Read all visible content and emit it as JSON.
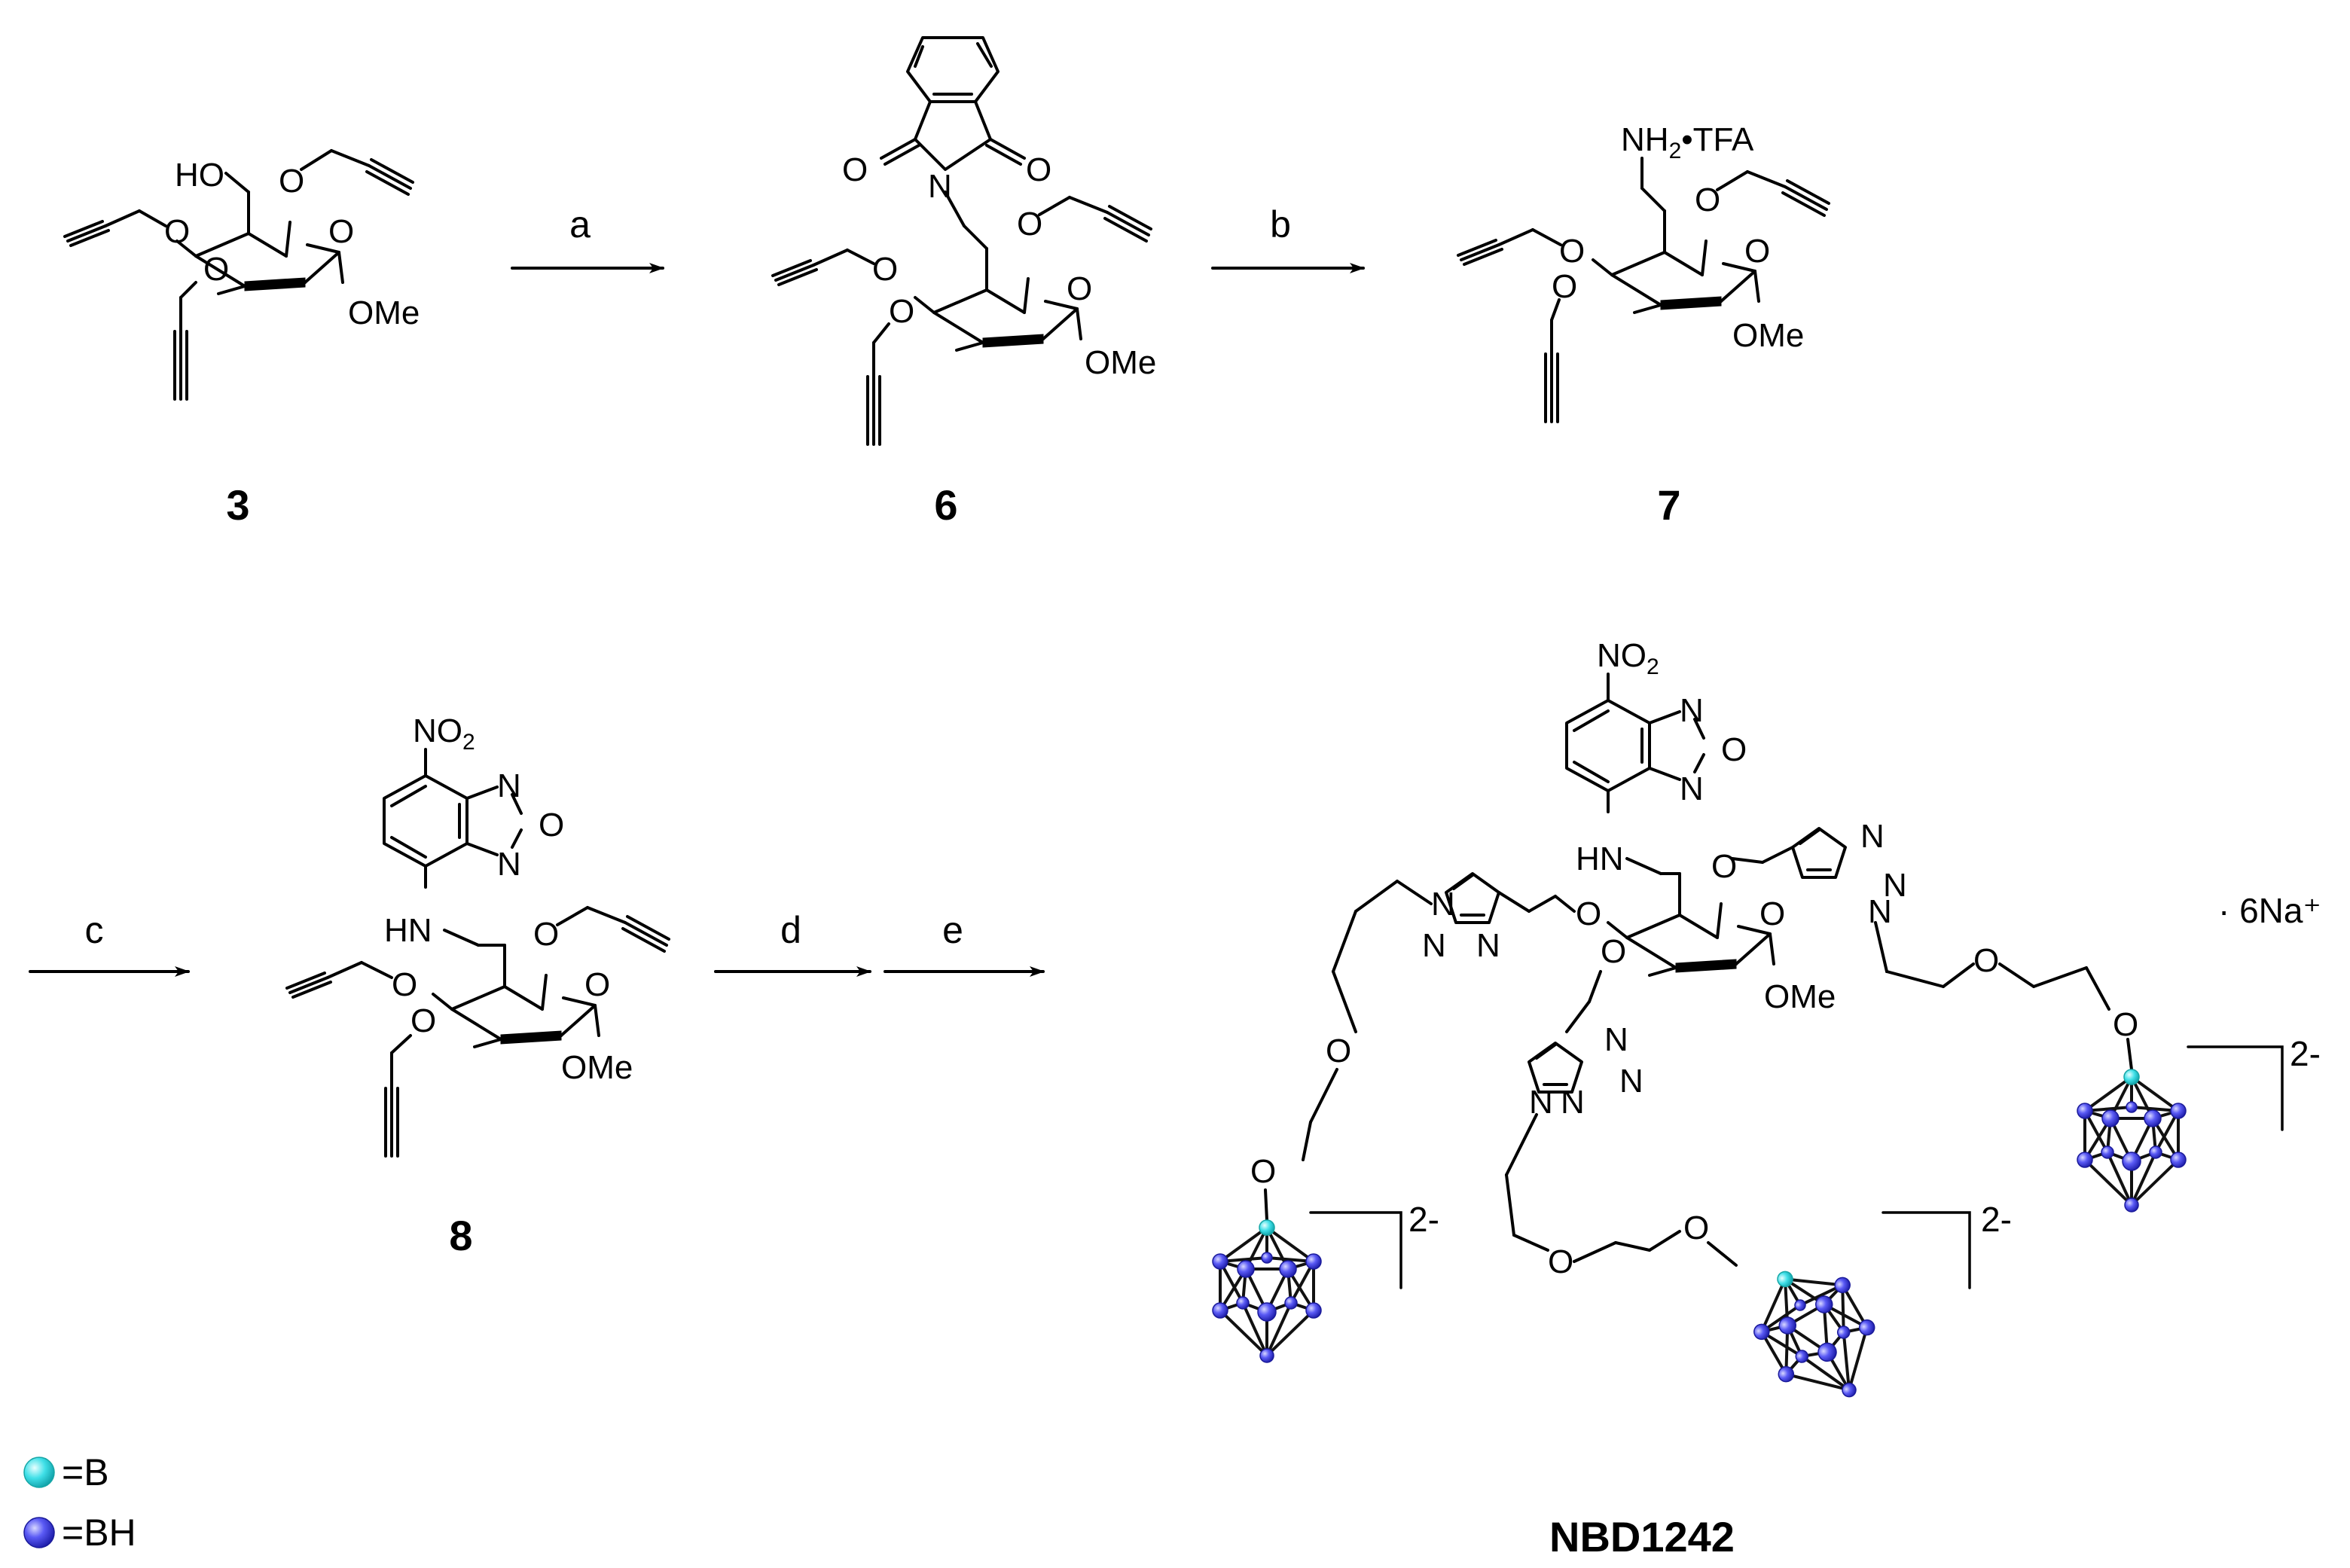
{
  "compounds": {
    "c3": "3",
    "c6": "6",
    "c7": "7",
    "c8": "8",
    "final": "NBD1242"
  },
  "reagent_labels": {
    "a": "a",
    "b": "b",
    "c": "c",
    "d": "d",
    "e": "e"
  },
  "atom_labels": {
    "ho": "HO",
    "o": "O",
    "n": "N",
    "ome": "OMe",
    "nh2": "NH",
    "nh2_sub": "2",
    "tfa_salt": "•TFA",
    "no2": "NO",
    "no2_sub": "2",
    "hn": "HN"
  },
  "charges": {
    "dianion": "2-",
    "counterion": "· 6Na⁺"
  },
  "legend": [
    {
      "symbol": "B",
      "label": "=B",
      "color": "#40e0e8"
    },
    {
      "symbol": "BH",
      "label": "=BH",
      "color": "#3a3af0"
    }
  ],
  "colors": {
    "boron": "#40e0e8",
    "boron_hydride": "#3a3af0",
    "bond": "#000000"
  }
}
